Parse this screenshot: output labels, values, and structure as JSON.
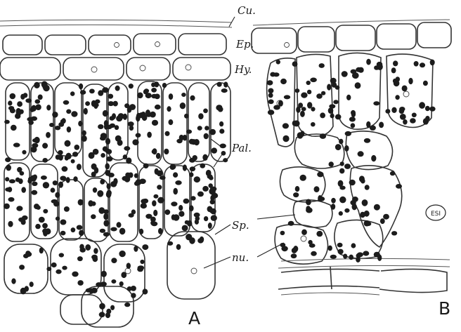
{
  "figure": {
    "labels": {
      "cuticle": "Cu.",
      "epidermis": "Ep.",
      "hypodermis": "Hy.",
      "palisade": "Pal.",
      "spongy": "Sp.",
      "nucleus": "nu."
    },
    "panels": {
      "left": "A",
      "right": "B"
    },
    "monogram": "ESI"
  }
}
